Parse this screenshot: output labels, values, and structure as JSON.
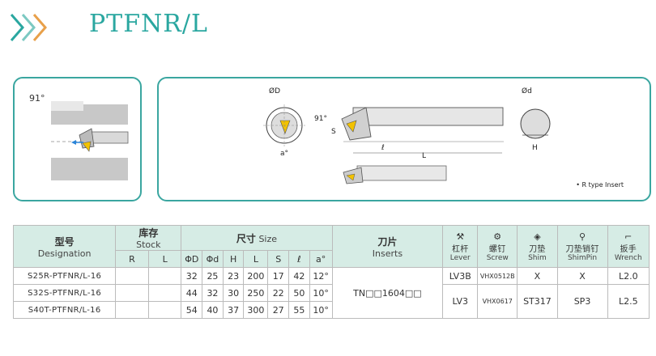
{
  "header": {
    "title": "PTFNR/L"
  },
  "left_panel": {
    "angle": "91°"
  },
  "right_panel": {
    "dims": {
      "D": "ØD",
      "d": "Ød",
      "S": "S",
      "l": "ℓ",
      "L": "L",
      "H": "H",
      "angle": "91°",
      "a": "a°"
    },
    "r_type_note": "• R type Insert"
  },
  "table": {
    "headers": {
      "model_cn": "型号",
      "model_en": "Designation",
      "stock_cn": "库存",
      "stock_en": "Stock",
      "size_cn": "尺寸",
      "size_en": "Size",
      "inserts_cn": "刀片",
      "inserts_en": "Inserts",
      "lever_cn": "杠杆",
      "lever_en": "Lever",
      "screw_cn": "螺钉",
      "screw_en": "Screw",
      "shim_cn": "刀垫",
      "shim_en": "Shim",
      "shimpin_cn": "刀垫销钉",
      "shimpin_en": "ShimPin",
      "wrench_cn": "扳手",
      "wrench_en": "Wrench"
    },
    "sub_headers": [
      "R",
      "L",
      "ΦD",
      "Φd",
      "H",
      "L",
      "S",
      "ℓ",
      "a°"
    ],
    "rows": [
      {
        "model": "S25R-PTFNR/L-16",
        "D": "32",
        "d": "25",
        "H": "23",
        "L": "200",
        "S": "17",
        "l": "42",
        "a": "12°"
      },
      {
        "model": "S32S-PTFNR/L-16",
        "D": "44",
        "d": "32",
        "H": "30",
        "L": "250",
        "S": "22",
        "l": "50",
        "a": "10°"
      },
      {
        "model": "S40T-PTFNR/L-16",
        "D": "54",
        "d": "40",
        "H": "37",
        "L": "300",
        "S": "27",
        "l": "55",
        "a": "10°"
      }
    ],
    "insert": "TN□□1604□□",
    "accessories": [
      {
        "lever": "LV3B",
        "screw": "VHX0512B",
        "shim": "X",
        "shimpin": "X",
        "wrench": "L2.0"
      },
      {
        "lever": "LV3",
        "screw": "VHX0617",
        "shim": "ST317",
        "shimpin": "SP3",
        "wrench": "L2.5"
      }
    ]
  }
}
